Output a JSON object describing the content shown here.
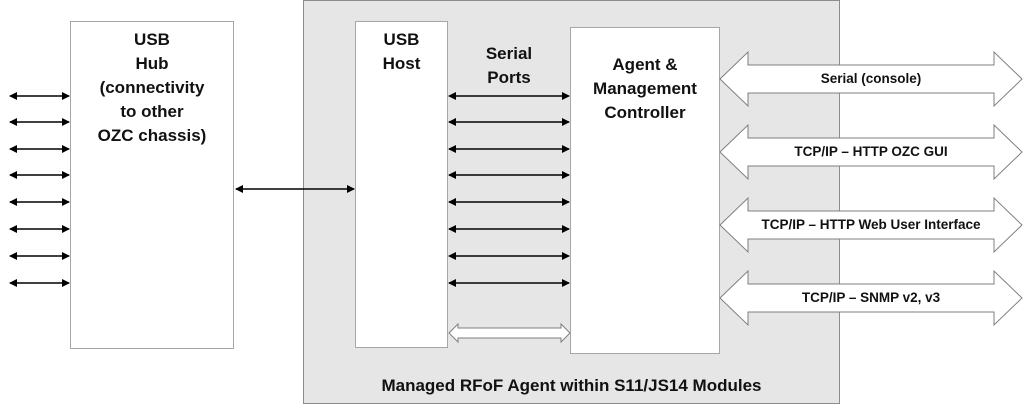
{
  "diagram": {
    "container": {
      "label": "Managed RFoF Agent within S11/JS14 Modules"
    },
    "usb_hub": {
      "lines": [
        "USB",
        "Hub",
        "(connectivity",
        "to other",
        "OZC chassis)"
      ]
    },
    "usb_host": {
      "lines": [
        "USB",
        "Host"
      ]
    },
    "serial_ports": {
      "lines": [
        "Serial",
        "Ports"
      ]
    },
    "agent_controller": {
      "lines": [
        "Agent &",
        "Management",
        "Controller"
      ]
    },
    "external_ports_count": 8,
    "serial_port_count": 8,
    "interfaces": [
      {
        "label": "Serial (console)"
      },
      {
        "label": "TCP/IP – HTTP OZC GUI"
      },
      {
        "label": "TCP/IP – HTTP Web User Interface"
      },
      {
        "label": "TCP/IP – SNMP v2, v3"
      }
    ],
    "colors": {
      "container_fill": "#e6e6e6",
      "box_fill": "#ffffff",
      "arrow": "#000000"
    }
  }
}
